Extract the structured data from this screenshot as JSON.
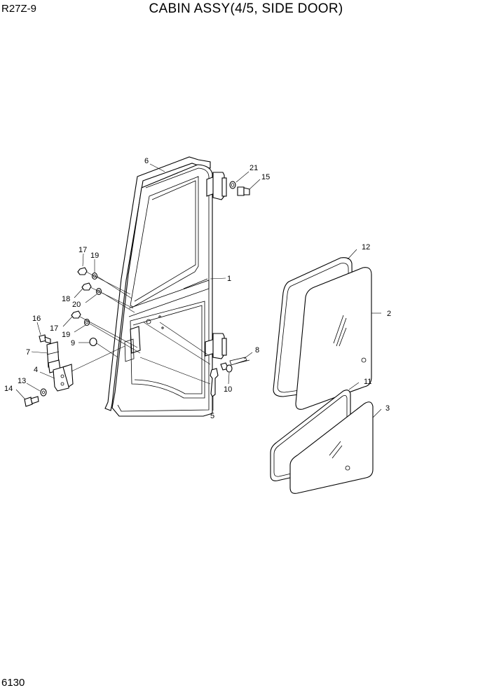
{
  "header": {
    "model_code": "R27Z-9",
    "title": "CABIN ASSY(4/5, SIDE DOOR)"
  },
  "footer": {
    "page_number": "6130"
  },
  "callouts": {
    "c1": "1",
    "c2": "2",
    "c3": "3",
    "c4": "4",
    "c5": "5",
    "c6": "6",
    "c7": "7",
    "c8": "8",
    "c9": "9",
    "c10": "10",
    "c11": "11",
    "c12": "12",
    "c13": "13",
    "c14": "14",
    "c15": "15",
    "c16": "16",
    "c17a": "17",
    "c17b": "17",
    "c18": "18",
    "c19a": "19",
    "c19b": "19",
    "c20": "20",
    "c21": "21"
  }
}
